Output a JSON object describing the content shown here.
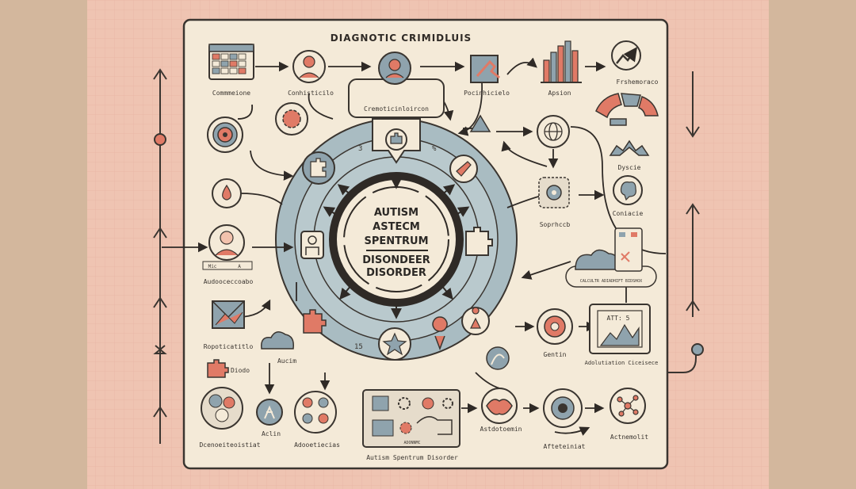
{
  "diagram": {
    "title": "DIAGNOTIC CRIMIDLUIS",
    "center_lines": [
      "AUTISM",
      "ASTECM",
      "SPENTRUM",
      "DISONDEER",
      "DISORDER"
    ],
    "ring_marks": [
      "3",
      "%",
      "15"
    ],
    "node_labels": {
      "calendar": "Commmeione",
      "person_top": "Conhisticilo",
      "hub_top": "Cremoticinloircon",
      "puzzle_hand": "Pocinhicielo",
      "bar_chart": "Apsion",
      "trend": "Frshemoraco",
      "arc_segments": "",
      "fountain": "Dyscie",
      "sophisticated": "Soprhccb",
      "brain": "Coniacie",
      "cloud_right": "CALCULTR ADIADHIFT BIDSHOX",
      "person_left": "Audooceccoabo",
      "person_left_tags": [
        "Mic",
        "A"
      ],
      "envelope": "Ropoticatitlo",
      "puzzle_small": "Diodo",
      "cloud_left": "Aucim",
      "people_group": "Adooetiecias",
      "aclin": "Aclin",
      "circles_bl": "Dcenoeiteoistiat",
      "bottom_box": "Autism Spentrum Disorder",
      "bottom_box_inner": "ADONNMC",
      "lips": "Astdotoemin",
      "center_eye": "Afteteiniat",
      "network": "Actnemolit",
      "gentin": "Gentin",
      "chart_box": "Adolutiation Ciceisece",
      "chart_box_inner": "ATT: 5"
    }
  }
}
